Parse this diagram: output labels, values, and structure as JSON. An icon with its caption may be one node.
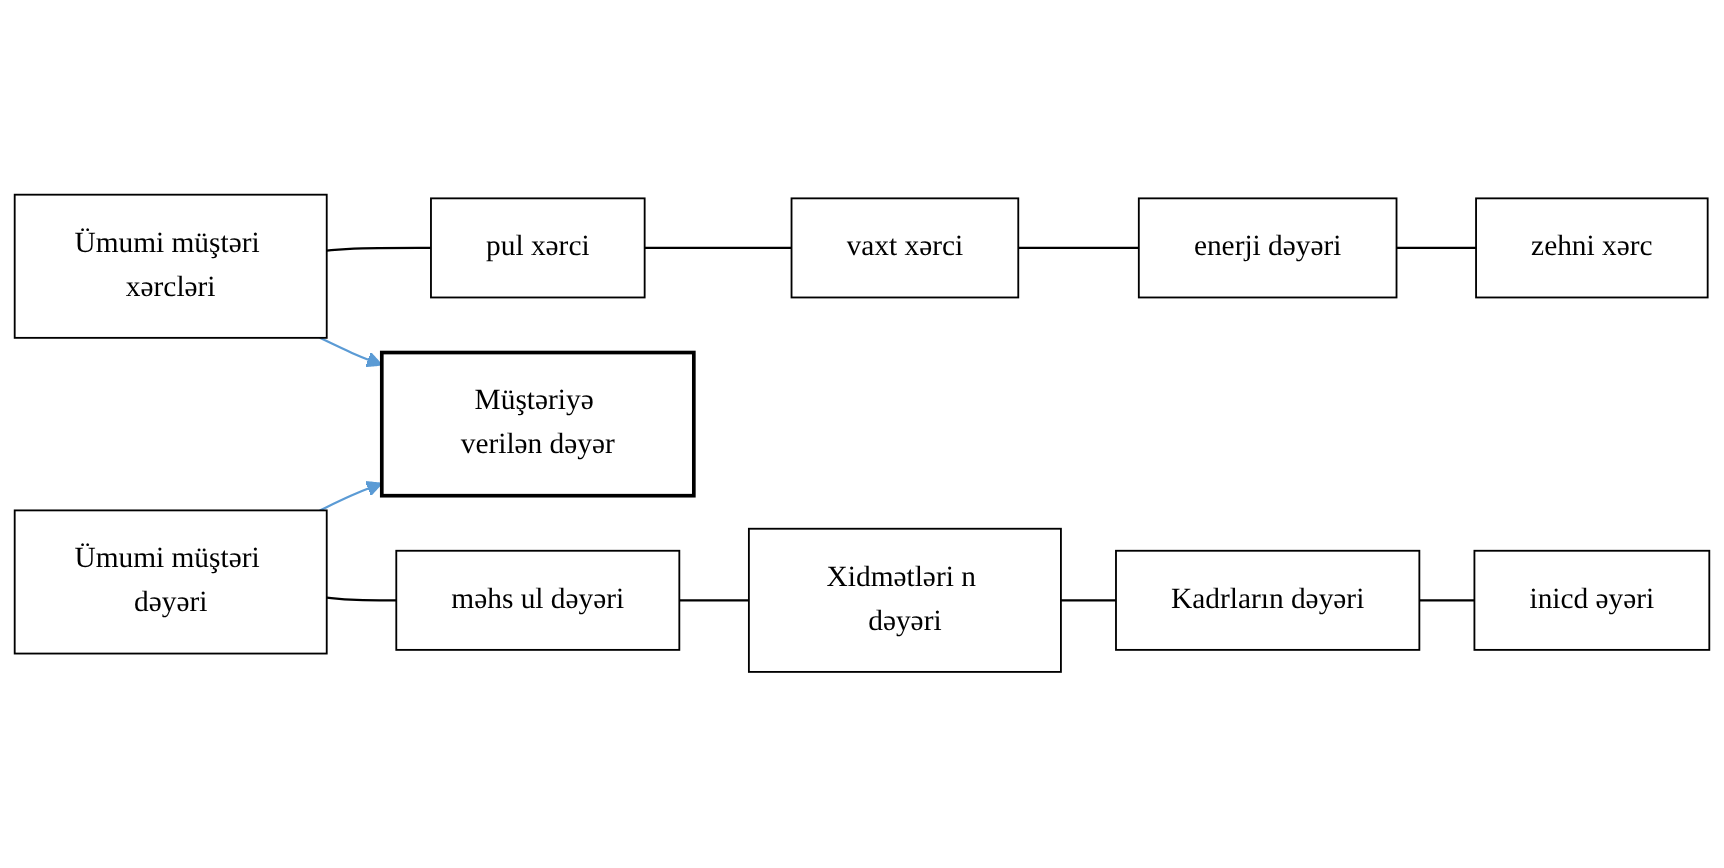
{
  "diagram": {
    "nodes": [
      {
        "text": [
          "Ümumi müştəri xərcləri"
        ]
      },
      {
        "text": [
          "pul xərci"
        ]
      },
      {
        "text": [
          "vaxt xərci"
        ]
      },
      {
        "text": [
          "enerji dəyəri"
        ]
      },
      {
        "text": [
          "zehni xərc"
        ]
      },
      {
        "text": [
          "Müştəriyə verilən dəyər"
        ]
      },
      {
        "text": [
          "Ümumi müştəri dəyəri"
        ]
      },
      {
        "text": [
          "məhs ul dəyəri"
        ]
      },
      {
        "text": [
          "Xidmətləri n dəyəri"
        ]
      },
      {
        "text": [
          "Kadrların dəyəri"
        ]
      },
      {
        "text": [
          "inicd əyəri"
        ]
      }
    ],
    "edges": [
      {
        "from": 0,
        "to": 5,
        "arrow": "to",
        "color": "#5b9bd5"
      },
      {
        "from": 0,
        "to": 1,
        "arrow": "none"
      },
      {
        "from": 1,
        "to": 2,
        "arrow": "none"
      },
      {
        "from": 2,
        "to": 3,
        "arrow": "none"
      },
      {
        "from": 3,
        "to": 4,
        "arrow": "none"
      },
      {
        "from": 6,
        "to": 5,
        "arrow": "to",
        "color": "#5b9bd5"
      },
      {
        "from": 6,
        "to": 7,
        "arrow": "none"
      },
      {
        "from": 7,
        "to": 8,
        "arrow": "none"
      },
      {
        "from": 8,
        "to": 9,
        "arrow": "none"
      },
      {
        "from": 9,
        "to": 10,
        "arrow": "none"
      }
    ]
  }
}
